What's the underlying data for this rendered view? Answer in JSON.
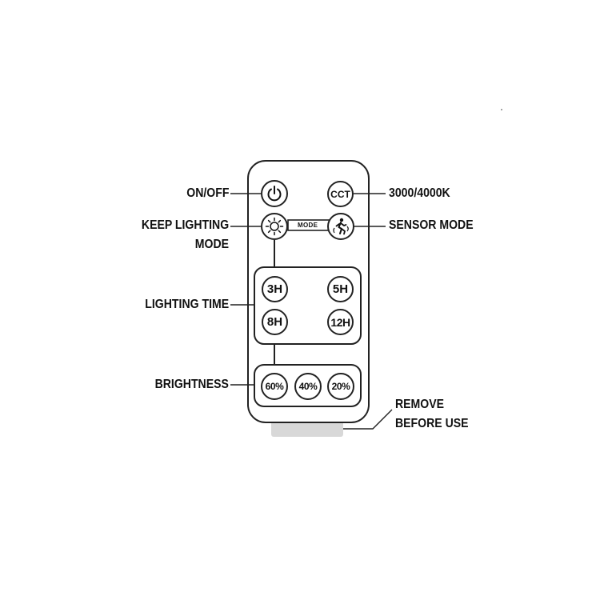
{
  "callouts": {
    "on_off": "ON/OFF",
    "cct_range": "3000/4000K",
    "keep_lighting_line1": "KEEP LIGHTING",
    "keep_lighting_line2": "MODE",
    "sensor_mode": "SENSOR MODE",
    "lighting_time": "LIGHTING TIME",
    "brightness": "BRIGHTNESS",
    "remove_line1": "REMOVE",
    "remove_line2": "BEFORE USE"
  },
  "buttons": {
    "cct": "CCT",
    "mode": "MODE",
    "time_3h": "3H",
    "time_5h": "5H",
    "time_8h": "8H",
    "time_12h": "12H",
    "bright_60": "60%",
    "bright_40": "40%",
    "bright_20": "20%"
  },
  "icons": {
    "power": "power-icon",
    "sun": "sun-icon",
    "motion": "motion-sensor-icon"
  },
  "colors": {
    "outline": "#222222",
    "text": "#111111",
    "pull_tab": "#d8d8d8",
    "background": "#ffffff"
  }
}
